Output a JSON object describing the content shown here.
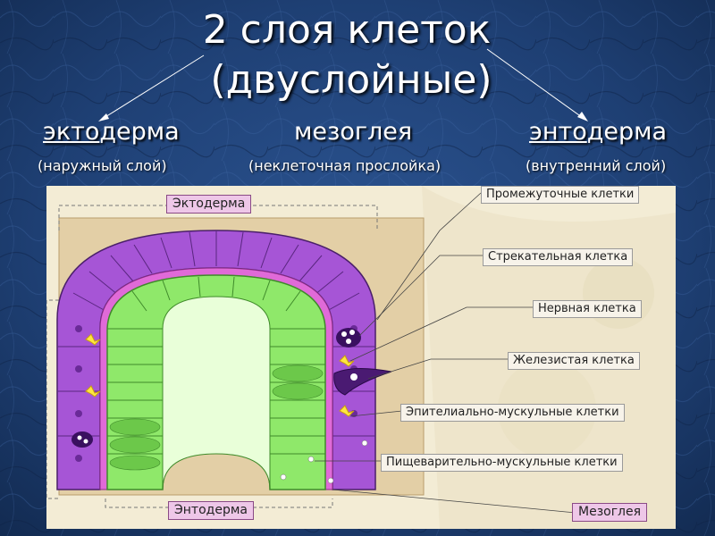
{
  "title": {
    "line1": "2 слоя клеток",
    "line2": "(двуслойные)"
  },
  "layers": [
    {
      "prefix": "экто",
      "rest": "дерма",
      "note": "(наружный слой)"
    },
    {
      "prefix": "",
      "rest": "мезоглея",
      "note": "(неклеточная прослойка)"
    },
    {
      "prefix": "энто",
      "rest": "дерма",
      "note": "(внутренний слой)"
    }
  ],
  "diagram": {
    "top_label": "Эктодерма",
    "bottom_label": "Энтодерма",
    "mesoglea_label": "Мезоглея",
    "callouts": [
      "Промежуточные клетки",
      "Стрекательная клетка",
      "Нервная клетка",
      "Железистая клетка",
      "Эпителиально-мускульные клетки",
      "Пищеварительно-мускульные клетки"
    ]
  },
  "colors": {
    "background": "#1c3a68",
    "ectoderm": "#a655d6",
    "mesoglea": "#e06ad8",
    "endoderm": "#8fe86a",
    "label_pink": "#eec7e8",
    "diagram_bg": "#f3ecd5"
  }
}
